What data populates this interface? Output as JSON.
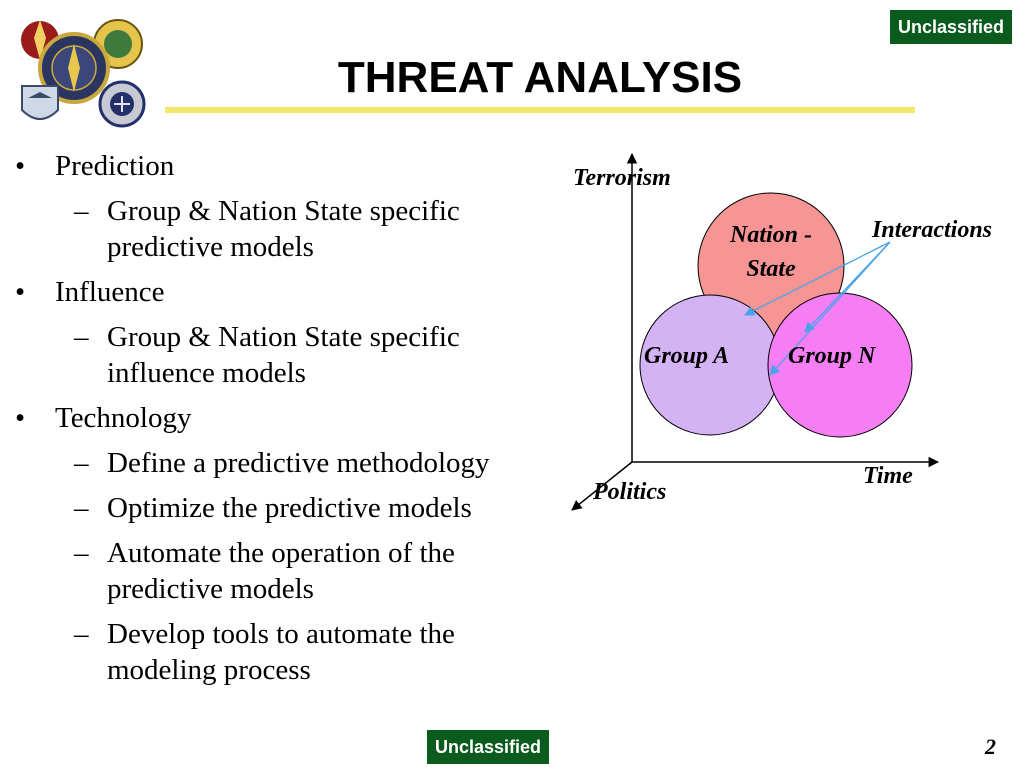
{
  "classification": {
    "top_label": "Unclassified",
    "bottom_label": "Unclassified"
  },
  "slide": {
    "title": "THREAT ANALYSIS",
    "page_number": "2"
  },
  "bullets": [
    {
      "level": 1,
      "text": "Prediction"
    },
    {
      "level": 2,
      "text": "Group & Nation State specific predictive models"
    },
    {
      "level": 1,
      "text": "Influence"
    },
    {
      "level": 2,
      "text": "Group & Nation State specific influence models"
    },
    {
      "level": 1,
      "text": "Technology"
    },
    {
      "level": 2,
      "text": "Define a predictive methodology"
    },
    {
      "level": 2,
      "text": "Optimize the predictive models"
    },
    {
      "level": 2,
      "text": "Automate the operation of the predictive models"
    },
    {
      "level": 2,
      "text": "Develop tools to automate the modeling process"
    }
  ],
  "bullet_marks": {
    "level1": "•",
    "level2": "–"
  },
  "diagram": {
    "axes": {
      "vertical": "Terrorism",
      "horizontal": "Time",
      "depth": "Politics"
    },
    "circles": {
      "nation_state": {
        "line1": "Nation -",
        "line2": "State",
        "fill": "#f79494"
      },
      "group_a": {
        "label": "Group A",
        "fill": "#d4b3f5"
      },
      "group_n": {
        "label": "Group N",
        "fill": "#f57ef5"
      }
    },
    "interactions_label": "Interactions",
    "arrow_color": "#4aa3e8"
  },
  "logos": [
    "army-emblem-icon",
    "special-operations-command-seal-icon",
    "army-unit-insignia-icon",
    "air-force-shield-icon",
    "navy-insignia-icon"
  ]
}
